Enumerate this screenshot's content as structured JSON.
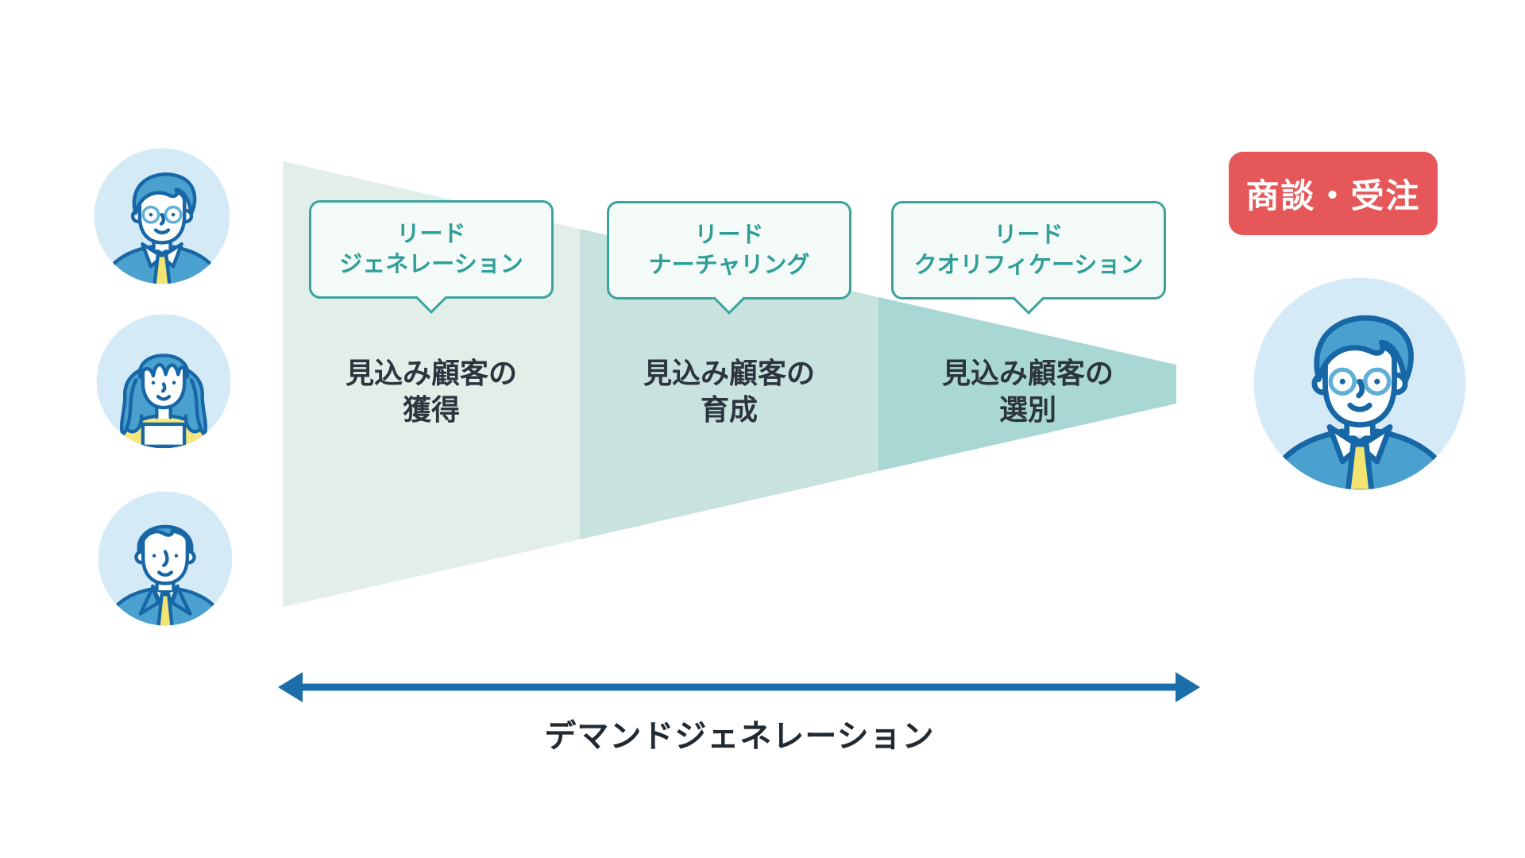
{
  "funnel": {
    "stages": [
      {
        "id": "lead-generation",
        "bubble_line1": "リード",
        "bubble_line2": "ジェネレーション",
        "desc_line1": "見込み顧客の",
        "desc_line2": "獲得",
        "segment_color": "#e2efe9"
      },
      {
        "id": "lead-nurturing",
        "bubble_line1": "リード",
        "bubble_line2": "ナーチャリング",
        "desc_line1": "見込み顧客の",
        "desc_line2": "育成",
        "segment_color": "#c7e2df"
      },
      {
        "id": "lead-qualification",
        "bubble_line1": "リード",
        "bubble_line2": "クオリフィケーション",
        "desc_line1": "見込み顧客の",
        "desc_line2": "選別",
        "segment_color": "#a9d7d3"
      }
    ],
    "bubble_border_color": "#3ba39e",
    "bubble_fill_color": "#f3faf7",
    "bubble_text_color": "#2f9e98",
    "desc_text_color": "#2c343d"
  },
  "axis": {
    "label": "デマンドジェネレーション",
    "arrow_color": "#1b6ea9"
  },
  "outcome_badge": {
    "label": "商談・受注",
    "bg_color": "#e65759",
    "text_color": "#ffffff"
  },
  "avatars": {
    "left": [
      {
        "type": "businessman-with-glasses"
      },
      {
        "type": "woman-long-hair"
      },
      {
        "type": "businessman-in-suit"
      }
    ],
    "right": {
      "type": "businessman-with-glasses-large"
    },
    "circle_bg_color": "#d4eaf7",
    "outline_color": "#1766a6",
    "hair_suit_color": "#4aa0ce",
    "tie_color": "#f3e472"
  }
}
